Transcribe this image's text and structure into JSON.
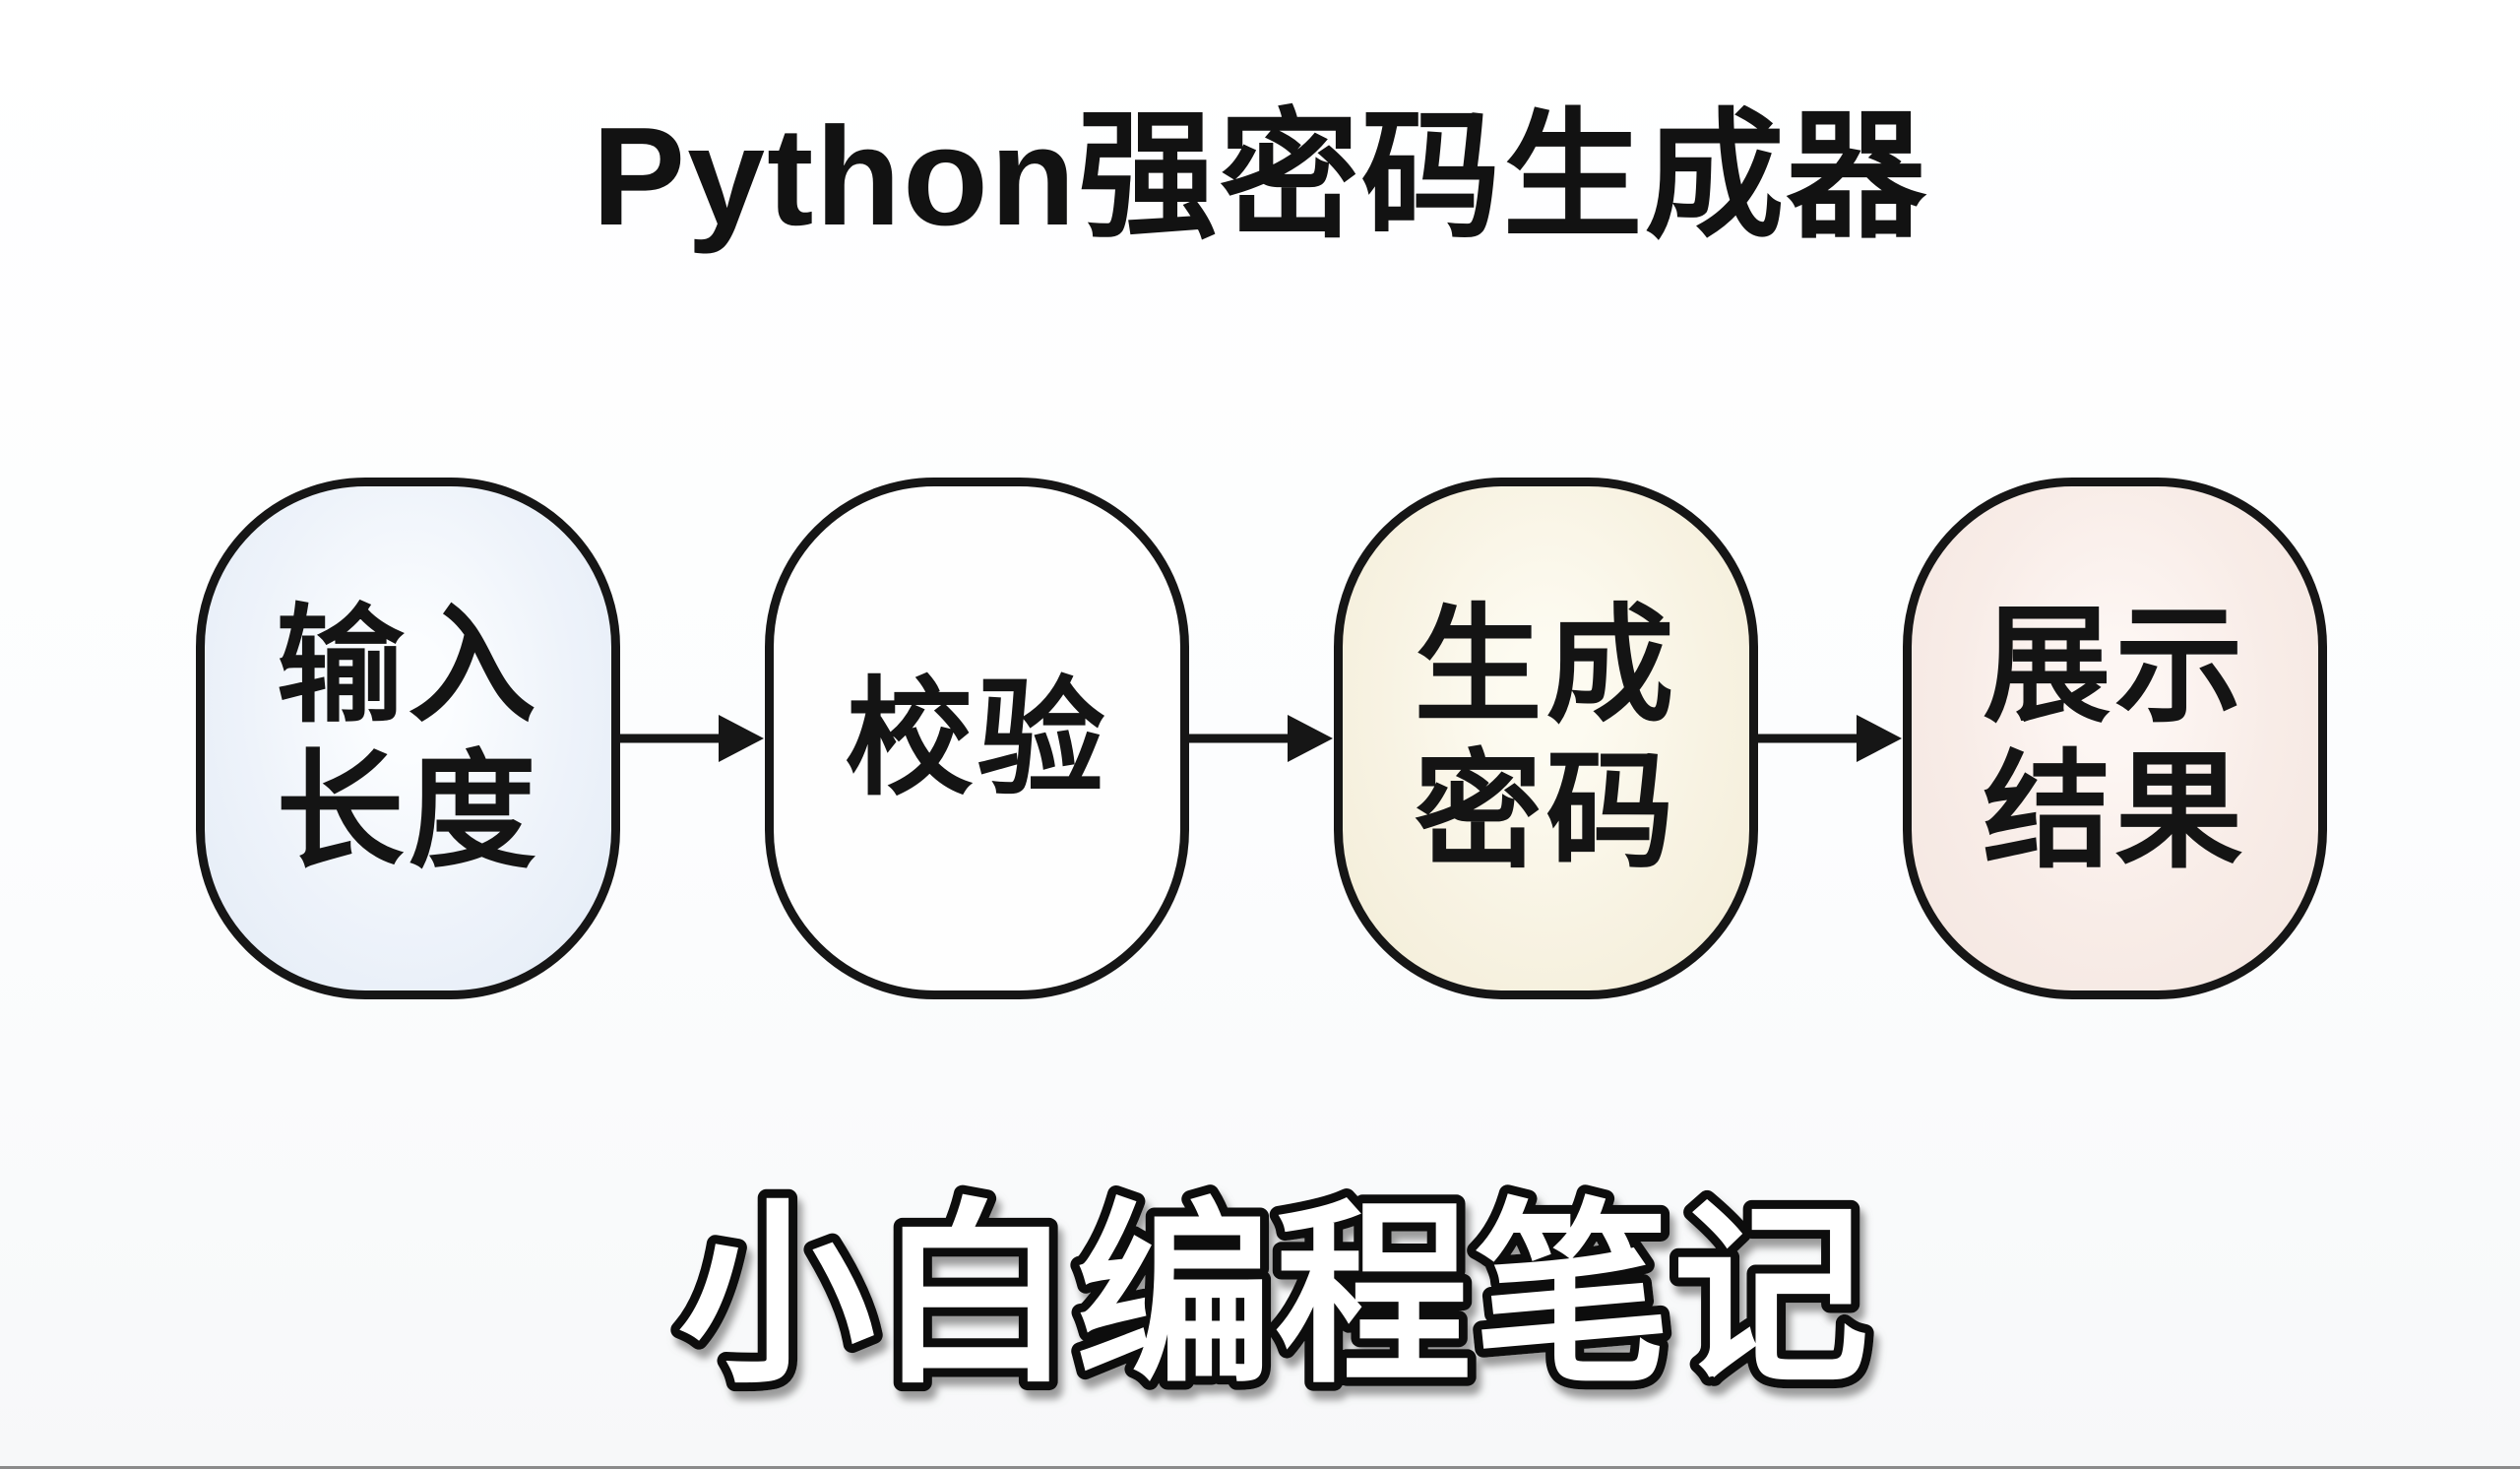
{
  "title": "Python强密码生成器",
  "flow": {
    "steps": [
      {
        "id": "input-length",
        "label": "输入\n长度",
        "label_plain": "输入长度",
        "fill": "#e8eef8"
      },
      {
        "id": "validate",
        "label": "校验",
        "label_plain": "校验",
        "fill": "#fefefe"
      },
      {
        "id": "generate-password",
        "label": "生成\n密码",
        "label_plain": "生成密码",
        "fill": "#f5efdd"
      },
      {
        "id": "display-result",
        "label": "展示\n结果",
        "label_plain": "展示结果",
        "fill": "#f6eae4"
      }
    ],
    "connector": "solid-right-arrow",
    "border_color": "#161616",
    "arrow_color": "#161616"
  },
  "footer": {
    "logo_text": "小白编程笔记",
    "text_fill": "#ffffff",
    "outline_color": "#0f0f0f"
  },
  "colors": {
    "background": "#fbfcfd",
    "title_text": "#121212",
    "node_text": "#141414",
    "bottom_edge_line": "#8b8b8b"
  }
}
